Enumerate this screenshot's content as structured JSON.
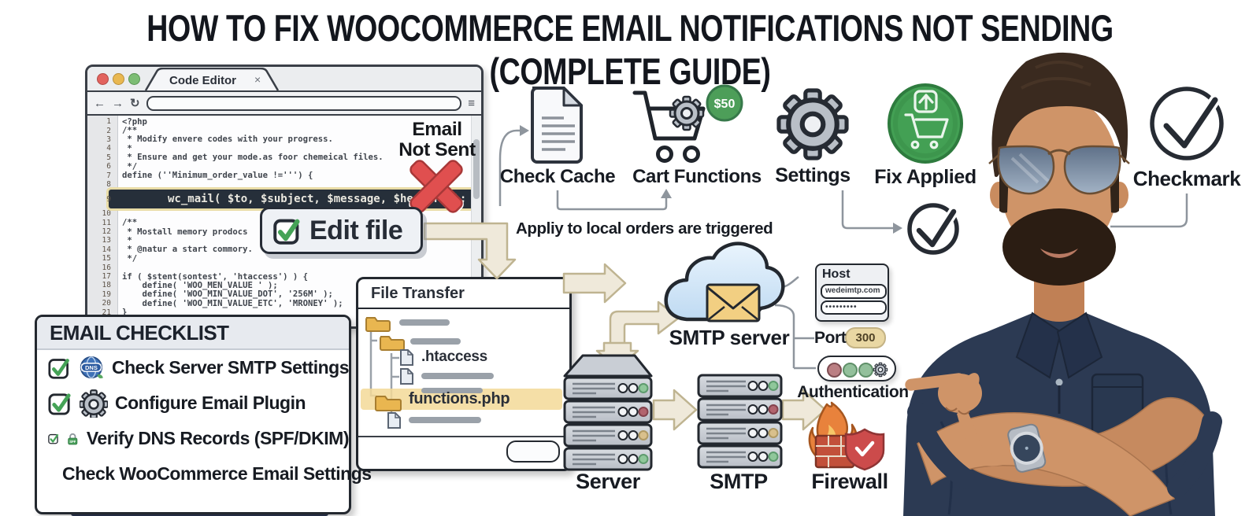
{
  "title": "HOW TO FIX WOOCOMMERCE EMAIL NOTIFICATIONS NOT SENDING (COMPLETE GUIDE)",
  "code_editor": {
    "tab_title": "Code Editor",
    "close_glyph": "×",
    "back_glyph": "←",
    "forward_glyph": "→",
    "reload_glyph": "↻",
    "menu_glyph": "≡",
    "lines": [
      {
        "n": "1",
        "text": "<?php",
        "hl": false
      },
      {
        "n": "2",
        "text": "/**",
        "hl": false
      },
      {
        "n": "3",
        "text": " * Modify envere codes with your progress.",
        "hl": false
      },
      {
        "n": "4",
        "text": " *",
        "hl": false
      },
      {
        "n": "5",
        "text": " * Ensure and get your mode.as foor chemeical files.",
        "hl": false
      },
      {
        "n": "6",
        "text": " */",
        "hl": false
      },
      {
        "n": "7",
        "text": "define (''Minimum_order_value !=''') {",
        "hl": false
      },
      {
        "n": "8",
        "text": "",
        "hl": false
      },
      {
        "n": "9",
        "text": "wc_mail( $to, $subject, $message, $headers );",
        "hl": true
      },
      {
        "n": "10",
        "text": "",
        "hl": false
      },
      {
        "n": "11",
        "text": "/**",
        "hl": false
      },
      {
        "n": "12",
        "text": " * Mostall memory prodocs",
        "hl": false
      },
      {
        "n": "13",
        "text": " *",
        "hl": false
      },
      {
        "n": "14",
        "text": " * @natur a start commory.",
        "hl": false
      },
      {
        "n": "15",
        "text": " */",
        "hl": false
      },
      {
        "n": "16",
        "text": "",
        "hl": false
      },
      {
        "n": "17",
        "text": "if ( $stent(sontest', 'htaccess') ) {",
        "hl": false
      },
      {
        "n": "18",
        "text": "    define( 'WOO_MEN_VALUE ' );",
        "hl": false
      },
      {
        "n": "19",
        "text": "    define( 'WOO_MIN_VALUE_DOT', '256M' );",
        "hl": false
      },
      {
        "n": "20",
        "text": "    define( 'WOO_MIN_VALUE_ETC', 'MRONEY' );",
        "hl": false
      },
      {
        "n": "21",
        "text": "}",
        "hl": false
      }
    ]
  },
  "annotations": {
    "email_not_sent_line1": "Email",
    "email_not_sent_line2": "Not Sent",
    "edit_file_label": "Edit file",
    "apply_note": "Appliy to local orders are triggered",
    "checkmark_label": "Checkmark"
  },
  "flow_icons": {
    "check_cache_label": "Check Cache",
    "cart_functions_label": "Cart Functions",
    "cart_badge": "$50",
    "settings_label": "Settings",
    "fix_applied_label": "Fix Applied"
  },
  "checklist": {
    "title": "EMAIL CHECKLIST",
    "items": [
      {
        "icon": "dns-globe-icon",
        "icon_text": "DNS",
        "label": "Check Server SMTP Settings"
      },
      {
        "icon": "gear-icon",
        "icon_text": "",
        "label": "Configure Email Plugin"
      },
      {
        "icon": "spf-lock-icon",
        "icon_text": "SPF",
        "label": "Verify DNS Records (SPF/DKIM)"
      },
      {
        "icon": "woocommerce-gear-icon",
        "icon_text": "",
        "label": "Check WooCommerce Email Settings"
      }
    ]
  },
  "file_transfer": {
    "title": "File Transfer",
    "file1": ".htaccess",
    "file2": "functions.php"
  },
  "smtp": {
    "server_label": "SMTP server",
    "host_label": "Host",
    "host_value": "wedeimtp.com",
    "password_mask": "•••••••••",
    "port_label": "Port",
    "port_value": "300",
    "auth_label": "Authentication"
  },
  "bottom_row": {
    "server_label": "Server",
    "smtp_label": "SMTP",
    "firewall_label": "Firewall"
  },
  "colors": {
    "accent_green": "#43a054",
    "alert_red": "#e04f4f",
    "highlight_dark": "#262f3a",
    "highlight_glow": "#e9dca6",
    "arrow_beige": "#efe9da",
    "connector_gray": "#8e959d",
    "navy": "#2c3752"
  }
}
